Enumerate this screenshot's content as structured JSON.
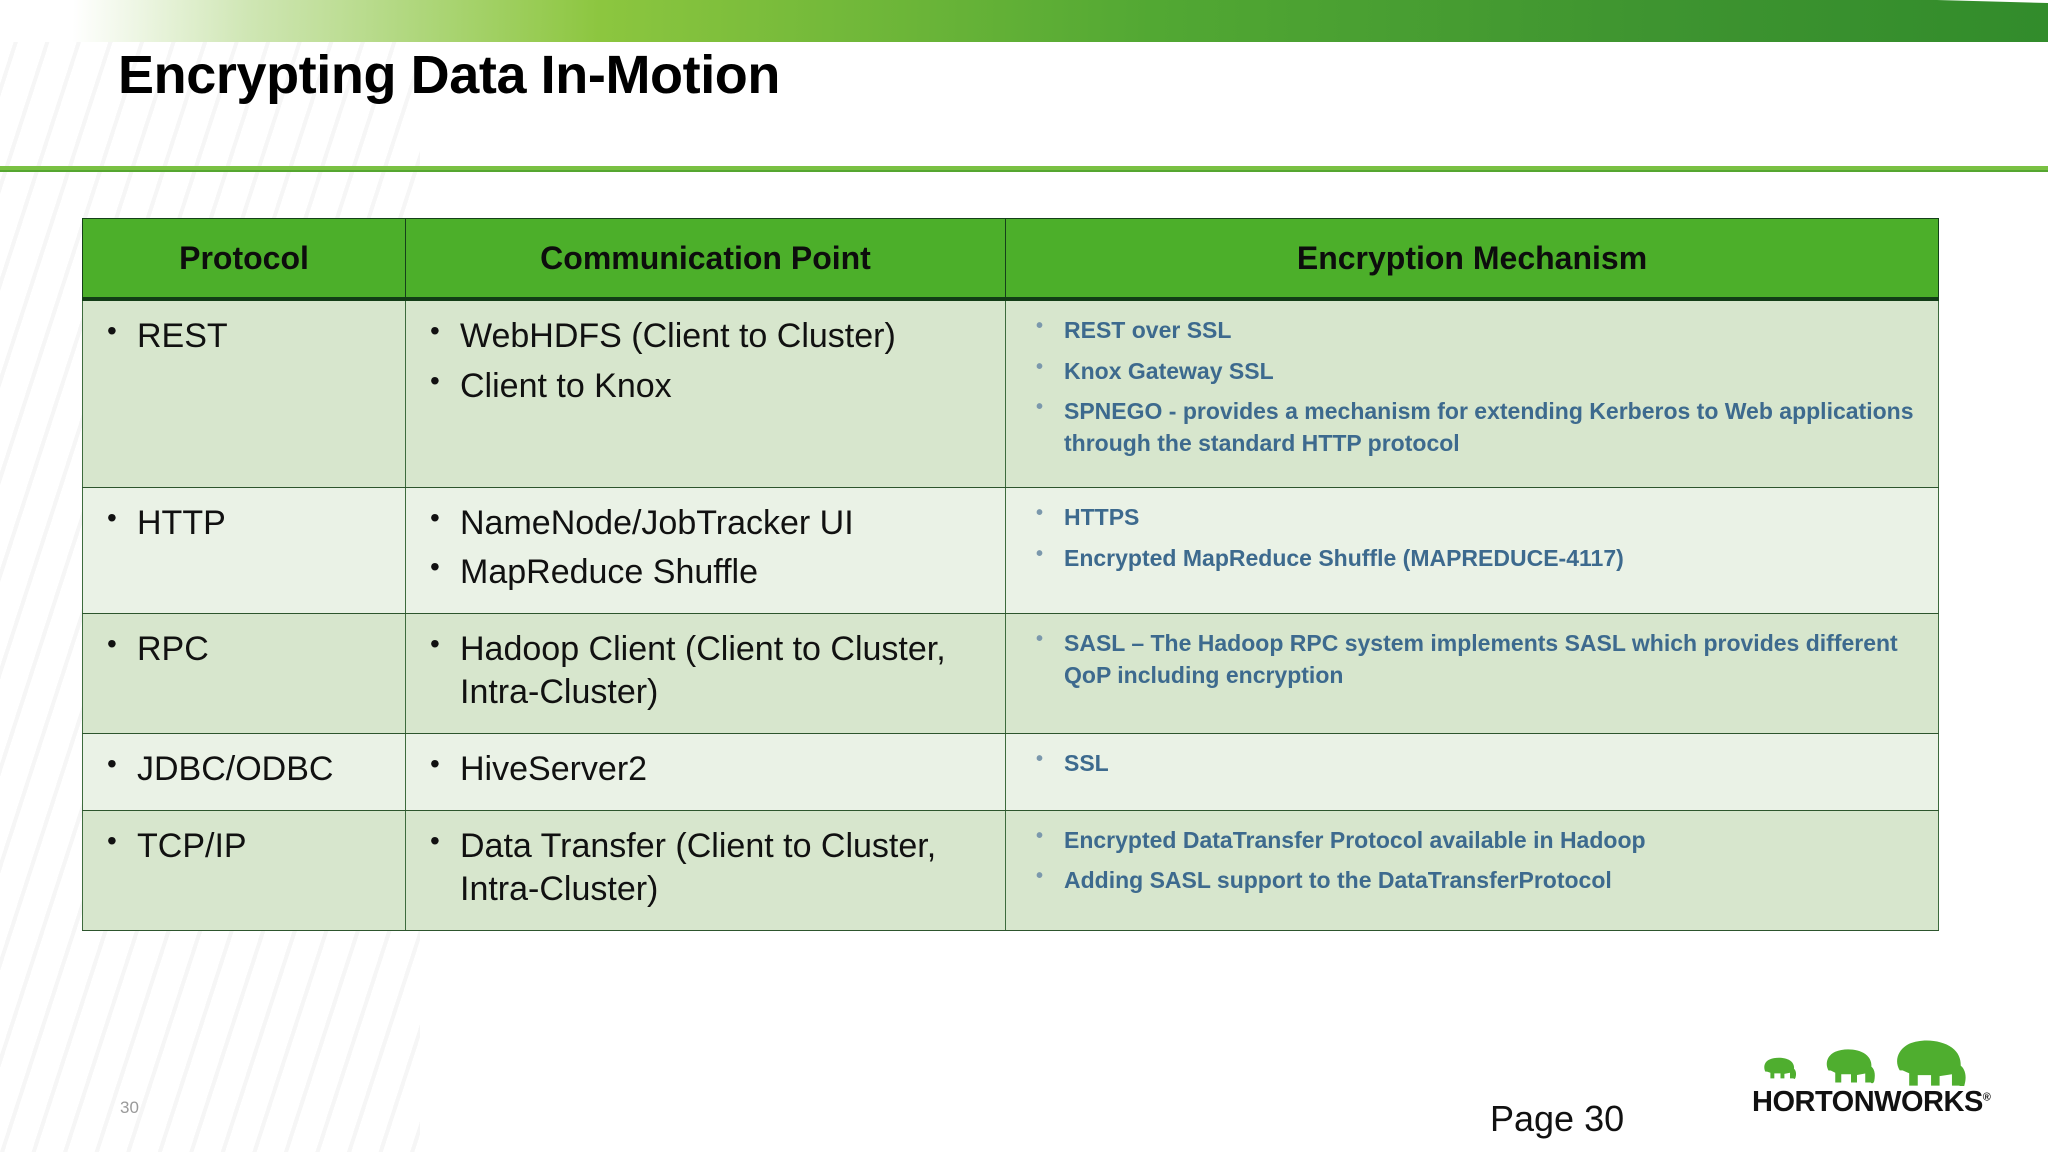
{
  "slide": {
    "title": "Encrypting Data In-Motion",
    "slide_number": "30",
    "page_label": "Page 30",
    "logo_text": "HORTONWORKS",
    "logo_trademark": "®"
  },
  "colors": {
    "banner_green": "#52a833",
    "header_green": "#4caf2a",
    "rule_green": "#7ac143",
    "row_shade_dark": "#d7e6cd",
    "row_shade_light": "#eaf2e6",
    "mechanism_text": "#3d6a8e",
    "body_text": "#111111"
  },
  "table": {
    "headers": [
      "Protocol",
      "Communication Point",
      "Encryption Mechanism"
    ],
    "rows": [
      {
        "protocol": [
          "REST"
        ],
        "communication_point": [
          "WebHDFS  (Client to Cluster)",
          "Client to Knox"
        ],
        "encryption_mechanism": [
          "REST over SSL",
          "Knox Gateway SSL",
          "SPNEGO - provides a mechanism for extending Kerberos to Web applications through the standard HTTP protocol"
        ]
      },
      {
        "protocol": [
          "HTTP"
        ],
        "communication_point": [
          "NameNode/JobTracker UI",
          "MapReduce Shuffle"
        ],
        "encryption_mechanism": [
          "HTTPS",
          "Encrypted MapReduce Shuffle (MAPREDUCE-4117)"
        ]
      },
      {
        "protocol": [
          "RPC"
        ],
        "communication_point": [
          "Hadoop Client (Client to Cluster, Intra-Cluster)"
        ],
        "encryption_mechanism": [
          "SASL – The Hadoop RPC system implements SASL which provides different QoP including encryption"
        ]
      },
      {
        "protocol": [
          "JDBC/ODBC"
        ],
        "communication_point": [
          "HiveServer2"
        ],
        "encryption_mechanism": [
          "SSL"
        ]
      },
      {
        "protocol": [
          "TCP/IP"
        ],
        "communication_point": [
          "Data Transfer (Client to Cluster, Intra-Cluster)"
        ],
        "encryption_mechanism": [
          "Encrypted DataTransfer Protocol available in Hadoop",
          "Adding SASL support to the DataTransferProtocol"
        ]
      }
    ]
  }
}
